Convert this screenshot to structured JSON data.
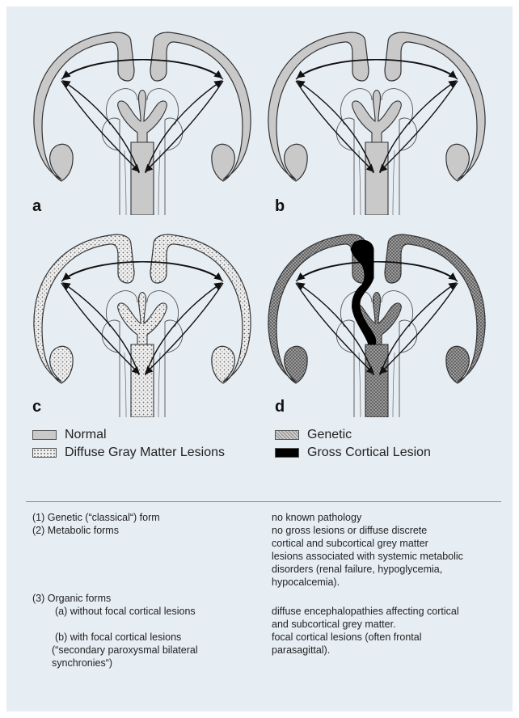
{
  "panels": [
    {
      "letter": "a"
    },
    {
      "letter": "b"
    },
    {
      "letter": "c"
    },
    {
      "letter": "d"
    }
  ],
  "legend": {
    "normal": "Normal",
    "diffuse": "Diffuse Gray Matter Lesions",
    "genetic": "Genetic",
    "gross": "Gross Cortical Lesion"
  },
  "table": {
    "genetic_label": "(1) Genetic (“classical“) form",
    "genetic_desc": "no known pathology",
    "metabolic_label": "(2) Metabolic forms",
    "metabolic_desc": [
      "no gross lesions or diffuse discrete",
      "cortical and subcortical grey matter",
      "lesions associated with systemic metabolic",
      "disorders (renal failure, hypoglycemia,",
      "hypocalcemia)."
    ],
    "organic_label": "(3) Organic forms",
    "organic_a_label": "(a) without focal cortical lesions",
    "organic_a_desc": [
      "diffuse encephalopathies affecting cortical",
      "and subcortical grey matter."
    ],
    "organic_b_label": [
      "(b) with focal cortical lesions",
      "(“secondary paroxysmal bilateral",
      " synchronies“)"
    ],
    "organic_b_desc": [
      "focal cortical lesions (often frontal",
      "parasagittal)."
    ]
  }
}
